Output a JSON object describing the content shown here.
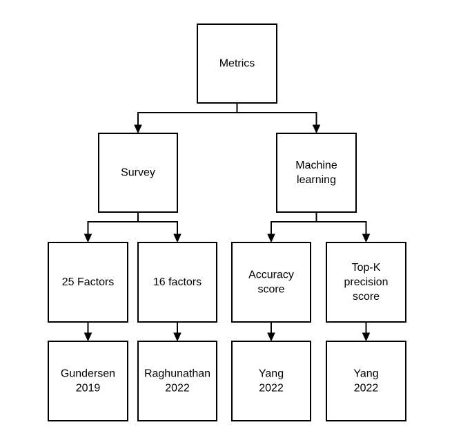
{
  "diagram": {
    "nodes": {
      "metrics": {
        "lines": [
          "Metrics"
        ]
      },
      "survey": {
        "lines": [
          "Survey"
        ]
      },
      "machine_learning": {
        "lines": [
          "Machine",
          "learning"
        ]
      },
      "factors_25": {
        "lines": [
          "25 Factors"
        ]
      },
      "factors_16": {
        "lines": [
          "16 factors"
        ]
      },
      "accuracy_score": {
        "lines": [
          "Accuracy",
          "score"
        ]
      },
      "topk_precision_score": {
        "lines": [
          "Top-K",
          "precision",
          "score"
        ]
      },
      "gundersen_2019": {
        "lines": [
          "Gundersen",
          "2019"
        ]
      },
      "raghunathan_2022": {
        "lines": [
          "Raghunathan",
          "2022"
        ]
      },
      "yang_2022_a": {
        "lines": [
          "Yang",
          "2022"
        ]
      },
      "yang_2022_b": {
        "lines": [
          "Yang",
          "2022"
        ]
      }
    },
    "edges": [
      {
        "from": "metrics",
        "to": "survey"
      },
      {
        "from": "metrics",
        "to": "machine_learning"
      },
      {
        "from": "survey",
        "to": "factors_25"
      },
      {
        "from": "survey",
        "to": "factors_16"
      },
      {
        "from": "machine_learning",
        "to": "accuracy_score"
      },
      {
        "from": "machine_learning",
        "to": "topk_precision_score"
      },
      {
        "from": "factors_25",
        "to": "gundersen_2019"
      },
      {
        "from": "factors_16",
        "to": "raghunathan_2022"
      },
      {
        "from": "accuracy_score",
        "to": "yang_2022_a"
      },
      {
        "from": "topk_precision_score",
        "to": "yang_2022_b"
      }
    ]
  }
}
